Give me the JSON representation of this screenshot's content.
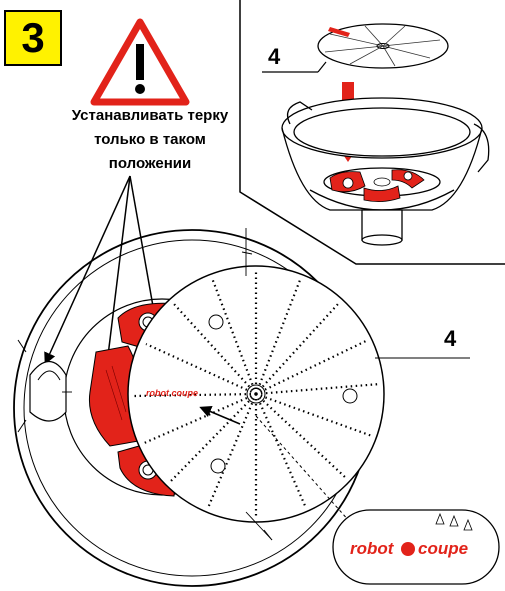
{
  "step_number": "3",
  "warning": {
    "icon": "warning-triangle-icon",
    "lines": [
      "Устанавливать терку",
      "только в таком",
      "положении"
    ]
  },
  "callouts": {
    "top_disc": "4",
    "main_disc": "4"
  },
  "logo_text": "robot coupe",
  "colors": {
    "accent_red": "#e2231a",
    "step_badge": "#fff200",
    "line": "#000000"
  }
}
